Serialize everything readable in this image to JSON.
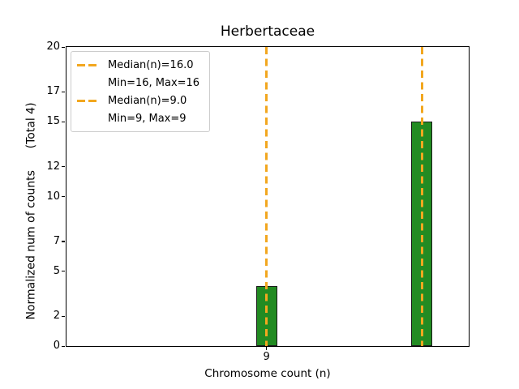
{
  "chart_data": {
    "type": "bar",
    "title": "Herbertaceae",
    "xlabel": "Chromosome count (n)",
    "ylabel": "Normalized num of counts      (Total 4)",
    "xlim": [
      0,
      18.1
    ],
    "ylim": [
      0,
      20
    ],
    "yticks": [
      0,
      2,
      5,
      7,
      10,
      12,
      15,
      17,
      20
    ],
    "xticks": [
      {
        "value": 9,
        "label": "9"
      }
    ],
    "bar_width_units": 0.95,
    "bars": [
      {
        "x": 9,
        "height": 4
      },
      {
        "x": 16,
        "height": 15
      }
    ],
    "vlines": [
      {
        "x": 16,
        "meaning": "median 16"
      },
      {
        "x": 9,
        "meaning": "median 9"
      }
    ],
    "legend": {
      "position": "upper-left",
      "entries": [
        {
          "handle": "dashed-line",
          "label": "Median(n)=16.0"
        },
        {
          "handle": "none",
          "label": "Min=16, Max=16"
        },
        {
          "handle": "dashed-line",
          "label": "Median(n)=9.0"
        },
        {
          "handle": "none",
          "label": "Min=9, Max=9"
        }
      ]
    },
    "colors": {
      "bar_fill": "#228B22",
      "bar_edge": "#1a1a1a",
      "median_line": "#F2A71F",
      "axis": "#000000",
      "legend_border": "#cccccc",
      "background": "#ffffff"
    },
    "grid": false
  }
}
